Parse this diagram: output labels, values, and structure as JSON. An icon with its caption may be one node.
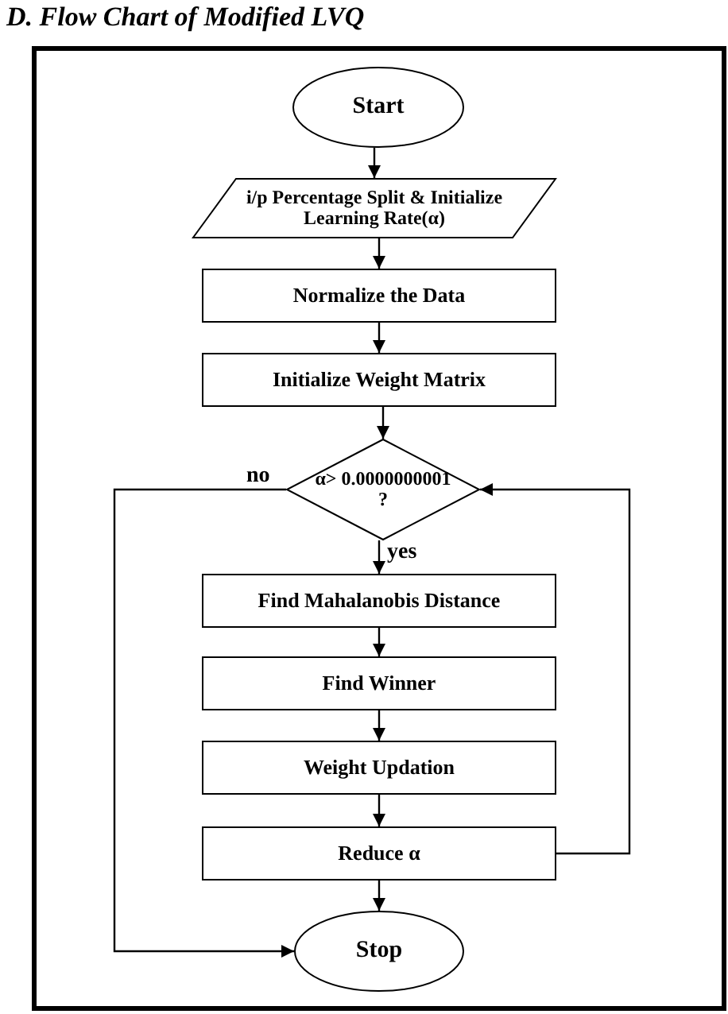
{
  "diagram": {
    "title": "D. Flow Chart of Modified LVQ",
    "nodes": [
      {
        "text": [
          "Start"
        ]
      },
      {
        "text": [
          "i/p Percentage Split & Initialize Learning Rate(α)"
        ]
      },
      {
        "text": [
          "Normalize the Data"
        ]
      },
      {
        "text": [
          "Initialize Weight Matrix"
        ]
      },
      {
        "text": [
          "α> 0.0000000001 ?"
        ]
      },
      {
        "text": [
          "Find Mahalanobis Distance"
        ]
      },
      {
        "text": [
          "Find Winner"
        ]
      },
      {
        "text": [
          "Weight Updation"
        ]
      },
      {
        "text": [
          "Reduce α"
        ]
      },
      {
        "text": [
          "Stop"
        ]
      }
    ],
    "edges": [
      {
        "from": 0,
        "to": 1,
        "arrow": "to"
      },
      {
        "from": 1,
        "to": 2,
        "arrow": "to"
      },
      {
        "from": 2,
        "to": 3,
        "arrow": "to"
      },
      {
        "from": 3,
        "to": 4,
        "arrow": "to"
      },
      {
        "from": 4,
        "to": 5,
        "arrow": "to",
        "label": "yes"
      },
      {
        "from": 5,
        "to": 6,
        "arrow": "to"
      },
      {
        "from": 6,
        "to": 7,
        "arrow": "to"
      },
      {
        "from": 7,
        "to": 8,
        "arrow": "to"
      },
      {
        "from": 8,
        "to": 9,
        "arrow": "to"
      },
      {
        "from": 8,
        "to": 4,
        "arrow": "to"
      },
      {
        "from": 4,
        "to": 9,
        "arrow": "to",
        "label": "no"
      }
    ]
  }
}
